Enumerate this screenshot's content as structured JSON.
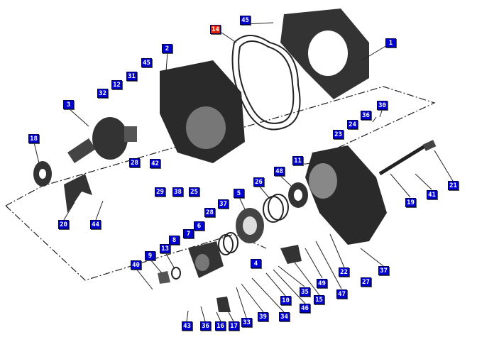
{
  "diagram": {
    "highlight_color": "#e02000",
    "callout_color": "#0000d0",
    "callouts": [
      "45",
      "14",
      "1",
      "2",
      "45",
      "31",
      "12",
      "32",
      "3",
      "30",
      "36",
      "24",
      "23",
      "18",
      "28",
      "42",
      "11",
      "48",
      "26",
      "29",
      "38",
      "25",
      "21",
      "41",
      "19",
      "37",
      "5",
      "28",
      "6",
      "7",
      "20",
      "44",
      "8",
      "13",
      "9",
      "40",
      "4",
      "22",
      "37",
      "27",
      "10",
      "35",
      "49",
      "47",
      "15",
      "46",
      "34",
      "39",
      "33",
      "17",
      "16",
      "36",
      "43"
    ],
    "highlighted": "14"
  }
}
